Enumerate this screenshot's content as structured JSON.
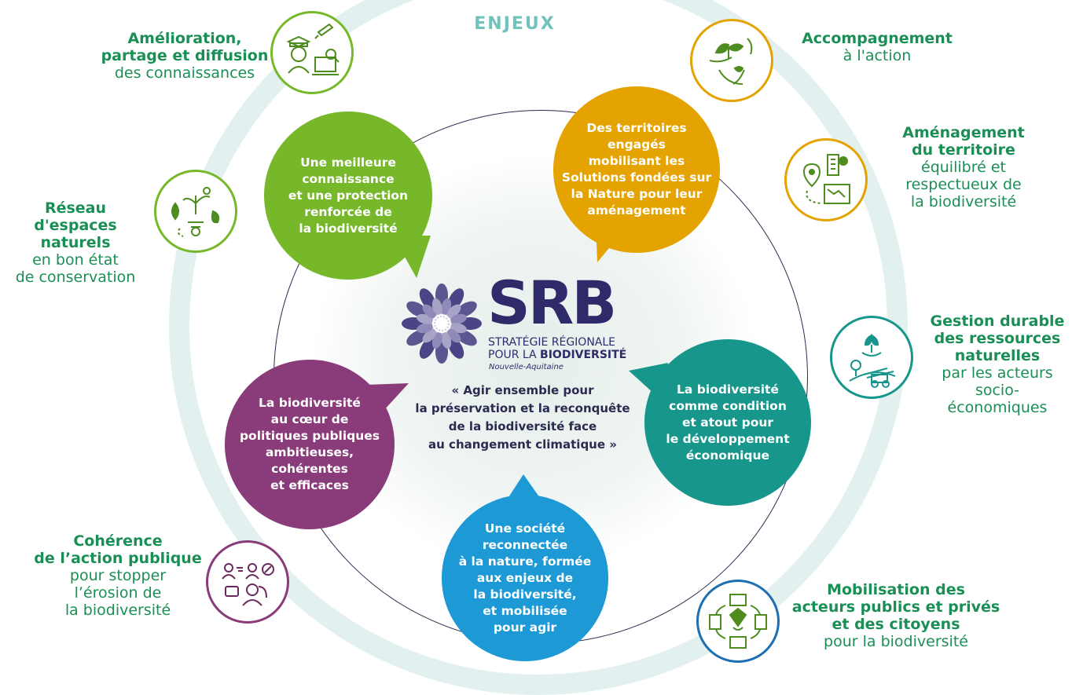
{
  "ring_title": "ENJEUX",
  "center": {
    "logo_word": "SRB",
    "logo_sub_line1": "STRATÉGIE RÉGIONALE",
    "logo_sub_line2_prefix": "POUR LA ",
    "logo_sub_line2_bold": "BIODIVERSITÉ",
    "logo_region": "Nouvelle-Aquitaine",
    "quote": "« Agir ensemble pour\nla préservation et la reconquête\nde la biodiversité face\nau changement climatique »"
  },
  "bubbles": [
    {
      "text": "Une meilleure\nconnaissance\net une protection\nrenforcée de\nla biodiversité",
      "color": "#76b82a"
    },
    {
      "text": "Des territoires\nengagés\nmobilisant les\nSolutions fondées sur\nla Nature pour leur\naménagement",
      "color": "#e4a300"
    },
    {
      "text": "La biodiversité\ncomme condition\net atout pour\nle développement\néconomique",
      "color": "#17968c"
    },
    {
      "text": "Une société\nreconnectée\nà la nature, formée\naux enjeux de\nla biodiversité,\net mobilisée\npour agir",
      "color": "#1d9ad6"
    },
    {
      "text": "La biodiversité\nau cœur de\npolitiques publiques\nambitieuses,\ncohérentes\net efficaces",
      "color": "#8a3b7a"
    }
  ],
  "outer": [
    {
      "bold": "Amélioration,\npartage et diffusion",
      "normal": "des connaissances",
      "color": "#76b82a",
      "icon": "knowledge-icon"
    },
    {
      "bold": "Réseau\nd'espaces\nnaturels",
      "normal": "en bon état\nde conservation",
      "color": "#76b82a",
      "icon": "nature-network-icon"
    },
    {
      "bold": "Cohérence\nde l’action publique",
      "normal": "pour stopper\nl’érosion de\nla biodiversité",
      "color": "#8a3b7a",
      "icon": "public-action-icon"
    },
    {
      "bold": "Accompagnement",
      "normal": "à l'action",
      "color": "#e4a300",
      "icon": "hands-plant-icon"
    },
    {
      "bold": "Aménagement\ndu territoire",
      "normal": "équilibré et\nrespectueux de\nla biodiversité",
      "color": "#e4a300",
      "icon": "territory-planning-icon"
    },
    {
      "bold": "Gestion durable\ndes ressources\nnaturelles",
      "normal": "par les acteurs\nsocio-\néconomiques",
      "color": "#17968c",
      "icon": "farming-resources-icon"
    },
    {
      "bold": "Mobilisation des\nacteurs publics et privés\net des citoyens",
      "normal": "pour la biodiversité",
      "color": "#1d6fb3",
      "icon": "mobilisation-hands-icon"
    }
  ]
}
